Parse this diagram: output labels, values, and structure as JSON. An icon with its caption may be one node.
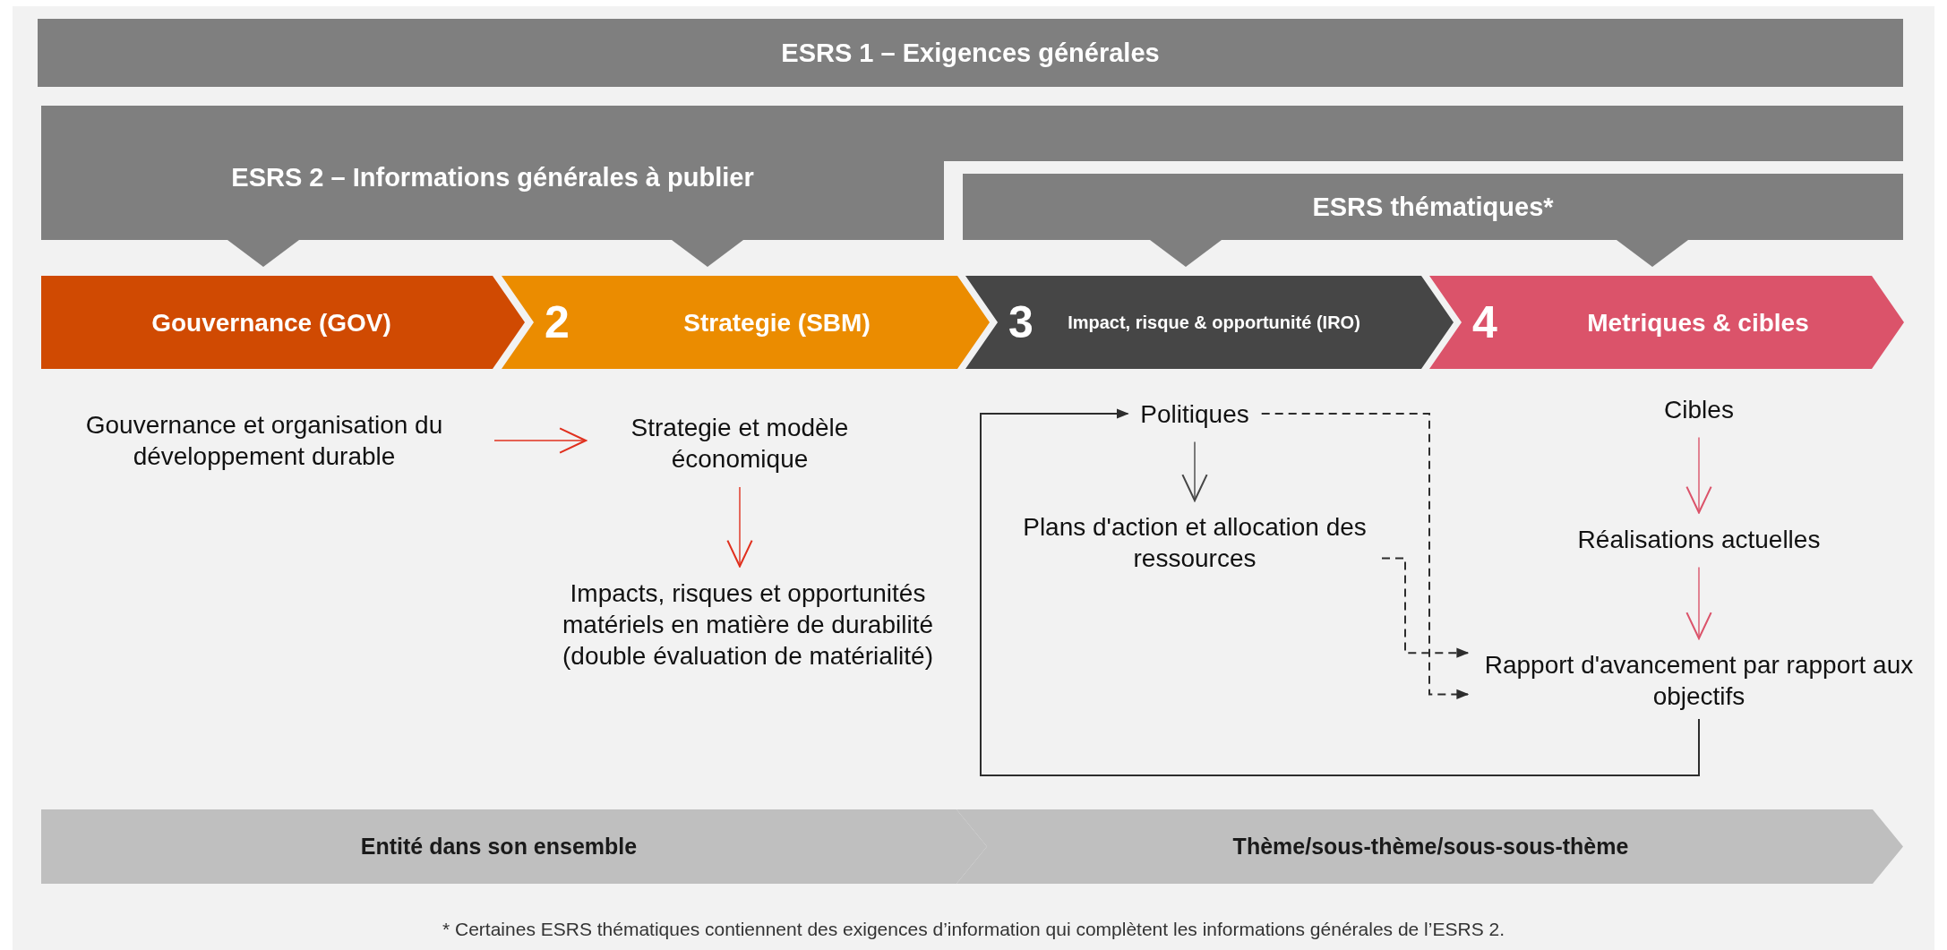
{
  "diagram": {
    "nodes": [
      {
        "text": [
          "ESRS 1 – Exigences générales"
        ]
      },
      {
        "text": [
          "ESRS 2 – Informations générales à publier"
        ]
      },
      {
        "text": [
          "ESRS thématiques*"
        ]
      },
      {
        "text": [
          "Gouvernance (GOV)"
        ]
      },
      {
        "text": [
          "2",
          "Strategie (SBM)"
        ]
      },
      {
        "text": [
          "3",
          "Impact, risque & opportunité (IRO)"
        ]
      },
      {
        "text": [
          "4",
          "Metriques & cibles"
        ]
      },
      {
        "text": [
          "Gouvernance et organisation du développement durable"
        ]
      },
      {
        "text": [
          "Strategie et modèle économique"
        ]
      },
      {
        "text": [
          "Impacts, risques et opportunités matériels en matière de durabilité (double évaluation de matérialité)"
        ]
      },
      {
        "text": [
          "Politiques"
        ]
      },
      {
        "text": [
          "Plans d'action et allocation des ressources"
        ]
      },
      {
        "text": [
          "Cibles"
        ]
      },
      {
        "text": [
          "Réalisations actuelles"
        ]
      },
      {
        "text": [
          "Rapport d'avancement par rapport aux objectifs"
        ]
      },
      {
        "text": [
          "Entité dans son ensemble"
        ]
      },
      {
        "text": [
          "Thème/sous-thème/sous-sous-thème"
        ]
      }
    ],
    "edges": [
      {
        "from": 7,
        "to": 8,
        "arrow": "to",
        "color": "#e0301e"
      },
      {
        "from": 8,
        "to": 9,
        "arrow": "to",
        "color": "#e0301e"
      },
      {
        "from": 10,
        "to": 11,
        "arrow": "to",
        "color": "#464646"
      },
      {
        "from": 12,
        "to": 13,
        "arrow": "to",
        "color": "#db536a"
      },
      {
        "from": 13,
        "to": 14,
        "arrow": "to",
        "color": "#db536a"
      },
      {
        "from": 10,
        "to": 14,
        "arrow": "to",
        "style": "dashed"
      },
      {
        "from": 11,
        "to": 14,
        "arrow": "to",
        "style": "dashed"
      },
      {
        "from": 14,
        "to": 10,
        "arrow": "to"
      }
    ],
    "labels": [
      "* Certaines ESRS thématiques contiennent des exigences d’information qui complètent les informations générales de l’ESRS 2."
    ]
  }
}
